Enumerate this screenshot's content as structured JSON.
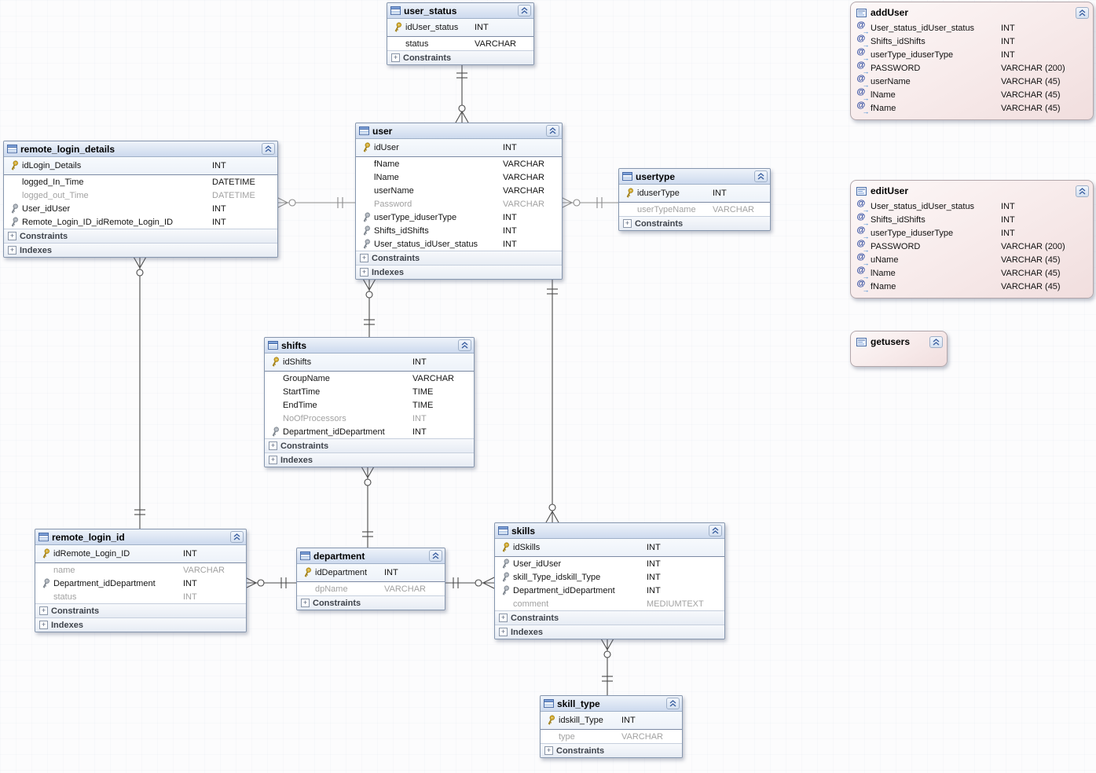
{
  "diagram": {
    "kind": "EER database diagram",
    "colors": {
      "table_header": "#cddaee",
      "routine_group_bg": "#f1dede",
      "primary_key_icon": "#f5c83c",
      "foreign_key_icon": "#c6ccd4",
      "muted_column_text": "#a2a2a2",
      "relationship_line": "#4a4a4a"
    },
    "tables": [
      {
        "title": "user_status",
        "columns": [
          {
            "key": "primary",
            "name": "idUser_status",
            "type": "INT"
          },
          {
            "name": "status",
            "type": "VARCHAR"
          }
        ],
        "sections": [
          "Constraints"
        ]
      },
      {
        "title": "user",
        "columns": [
          {
            "key": "primary",
            "name": "idUser",
            "type": "INT"
          },
          {
            "name": "fName",
            "type": "VARCHAR"
          },
          {
            "name": "lName",
            "type": "VARCHAR"
          },
          {
            "name": "userName",
            "type": "VARCHAR"
          },
          {
            "name": "Password",
            "type": "VARCHAR",
            "muted": true
          },
          {
            "key": "foreign",
            "name": "userType_iduserType",
            "type": "INT"
          },
          {
            "key": "foreign",
            "name": "Shifts_idShifts",
            "type": "INT"
          },
          {
            "key": "foreign",
            "name": "User_status_idUser_status",
            "type": "INT"
          }
        ],
        "sections": [
          "Constraints",
          "Indexes"
        ]
      },
      {
        "title": "usertype",
        "columns": [
          {
            "key": "primary",
            "name": "iduserType",
            "type": "INT"
          },
          {
            "name": "userTypeName",
            "type": "VARCHAR",
            "muted": true
          }
        ],
        "sections": [
          "Constraints"
        ]
      },
      {
        "title": "remote_login_details",
        "columns": [
          {
            "key": "primary",
            "name": "idLogin_Details",
            "type": "INT"
          },
          {
            "name": "logged_In_Time",
            "type": "DATETIME"
          },
          {
            "name": "logged_out_Time",
            "type": "DATETIME",
            "muted": true
          },
          {
            "key": "foreign",
            "name": "User_idUser",
            "type": "INT"
          },
          {
            "key": "foreign",
            "name": "Remote_Login_ID_idRemote_Login_ID",
            "type": "INT"
          }
        ],
        "sections": [
          "Constraints",
          "Indexes"
        ]
      },
      {
        "title": "shifts",
        "columns": [
          {
            "key": "primary",
            "name": "idShifts",
            "type": "INT"
          },
          {
            "name": "GroupName",
            "type": "VARCHAR"
          },
          {
            "name": "StartTime",
            "type": "TIME"
          },
          {
            "name": "EndTime",
            "type": "TIME"
          },
          {
            "name": "NoOfProcessors",
            "type": "INT",
            "muted": true
          },
          {
            "key": "foreign",
            "name": "Department_idDepartment",
            "type": "INT"
          }
        ],
        "sections": [
          "Constraints",
          "Indexes"
        ]
      },
      {
        "title": "remote_login_id",
        "columns": [
          {
            "key": "primary",
            "name": "idRemote_Login_ID",
            "type": "INT"
          },
          {
            "name": "name",
            "type": "VARCHAR",
            "muted": true
          },
          {
            "key": "foreign",
            "name": "Department_idDepartment",
            "type": "INT"
          },
          {
            "name": "status",
            "type": "INT",
            "muted": true
          }
        ],
        "sections": [
          "Constraints",
          "Indexes"
        ]
      },
      {
        "title": "department",
        "columns": [
          {
            "key": "primary",
            "name": "idDepartment",
            "type": "INT"
          },
          {
            "name": "dpName",
            "type": "VARCHAR",
            "muted": true
          }
        ],
        "sections": [
          "Constraints"
        ]
      },
      {
        "title": "skills",
        "columns": [
          {
            "key": "primary",
            "name": "idSkills",
            "type": "INT"
          },
          {
            "key": "foreign",
            "name": "User_idUser",
            "type": "INT"
          },
          {
            "key": "foreign",
            "name": "skill_Type_idskill_Type",
            "type": "INT"
          },
          {
            "key": "foreign",
            "name": "Department_idDepartment",
            "type": "INT"
          },
          {
            "name": "comment",
            "type": "MEDIUMTEXT",
            "muted": true
          }
        ],
        "sections": [
          "Constraints",
          "Indexes"
        ]
      },
      {
        "title": "skill_type",
        "columns": [
          {
            "key": "primary",
            "name": "idskill_Type",
            "type": "INT"
          },
          {
            "name": "type",
            "type": "VARCHAR",
            "muted": true
          }
        ],
        "sections": [
          "Constraints"
        ]
      }
    ],
    "routines": [
      {
        "title": "addUser",
        "params": [
          {
            "name": "User_status_idUser_status",
            "type": "INT"
          },
          {
            "name": "Shifts_idShifts",
            "type": "INT"
          },
          {
            "name": "userType_iduserType",
            "type": "INT"
          },
          {
            "name": "PASSWORD",
            "type": "VARCHAR (200)"
          },
          {
            "name": "userName",
            "type": "VARCHAR (45)"
          },
          {
            "name": "lName",
            "type": "VARCHAR (45)"
          },
          {
            "name": "fName",
            "type": "VARCHAR (45)"
          }
        ]
      },
      {
        "title": "editUser",
        "params": [
          {
            "name": "User_status_idUser_status",
            "type": "INT"
          },
          {
            "name": "Shifts_idShifts",
            "type": "INT"
          },
          {
            "name": "userType_iduserType",
            "type": "INT"
          },
          {
            "name": "PASSWORD",
            "type": "VARCHAR (200)"
          },
          {
            "name": "uName",
            "type": "VARCHAR (45)"
          },
          {
            "name": "lName",
            "type": "VARCHAR (45)"
          },
          {
            "name": "fName",
            "type": "VARCHAR (45)"
          }
        ]
      },
      {
        "title": "getusers",
        "params": []
      }
    ],
    "relationships": [
      {
        "many_side": "user",
        "one_side": "user_status",
        "notation": "one mandatory to zero-or-many"
      },
      {
        "many_side": "user",
        "one_side": "usertype",
        "notation": "one mandatory to zero-or-many"
      },
      {
        "many_side": "user",
        "one_side": "shifts",
        "notation": "one mandatory to zero-or-many"
      },
      {
        "many_side": "remote_login_details",
        "one_side": "user",
        "notation": "one mandatory to zero-or-many"
      },
      {
        "many_side": "remote_login_details",
        "one_side": "remote_login_id",
        "notation": "one mandatory to zero-or-many"
      },
      {
        "many_side": "remote_login_id",
        "one_side": "department",
        "notation": "one mandatory to zero-or-many"
      },
      {
        "many_side": "shifts",
        "one_side": "department",
        "notation": "one mandatory to zero-or-many"
      },
      {
        "many_side": "skills",
        "one_side": "department",
        "notation": "one mandatory to zero-or-many"
      },
      {
        "many_side": "skills",
        "one_side": "user",
        "notation": "one mandatory to zero-or-many"
      },
      {
        "many_side": "skills",
        "one_side": "skill_type",
        "notation": "one mandatory to zero-or-many"
      }
    ]
  }
}
